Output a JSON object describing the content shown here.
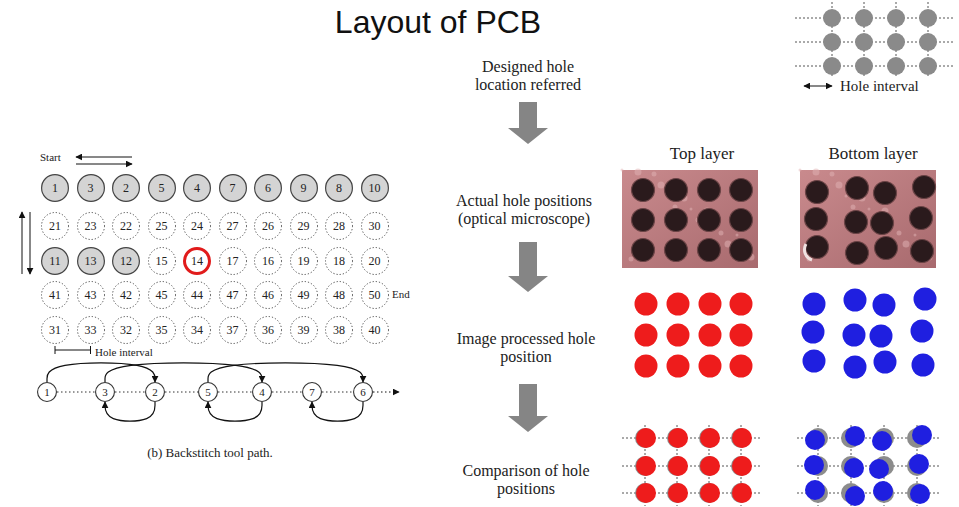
{
  "diagram": {
    "title": "Layout of PCB",
    "caption": "(b) Backstitch tool path.",
    "nodes": [
      {
        "text": [
          "1"
        ]
      },
      {
        "text": [
          "3"
        ]
      },
      {
        "text": [
          "2"
        ]
      },
      {
        "text": [
          "5"
        ]
      },
      {
        "text": [
          "4"
        ]
      },
      {
        "text": [
          "7"
        ]
      },
      {
        "text": [
          "6"
        ]
      },
      {
        "text": [
          "9"
        ]
      },
      {
        "text": [
          "8"
        ]
      },
      {
        "text": [
          "10"
        ]
      },
      {
        "text": [
          "21"
        ]
      },
      {
        "text": [
          "23"
        ]
      },
      {
        "text": [
          "22"
        ]
      },
      {
        "text": [
          "25"
        ]
      },
      {
        "text": [
          "24"
        ]
      },
      {
        "text": [
          "27"
        ]
      },
      {
        "text": [
          "26"
        ]
      },
      {
        "text": [
          "29"
        ]
      },
      {
        "text": [
          "28"
        ]
      },
      {
        "text": [
          "30"
        ]
      },
      {
        "text": [
          "11"
        ]
      },
      {
        "text": [
          "13"
        ]
      },
      {
        "text": [
          "12"
        ]
      },
      {
        "text": [
          "15"
        ]
      },
      {
        "text": [
          "14"
        ]
      },
      {
        "text": [
          "17"
        ]
      },
      {
        "text": [
          "16"
        ]
      },
      {
        "text": [
          "19"
        ]
      },
      {
        "text": [
          "18"
        ]
      },
      {
        "text": [
          "20"
        ]
      },
      {
        "text": [
          "41"
        ]
      },
      {
        "text": [
          "43"
        ]
      },
      {
        "text": [
          "42"
        ]
      },
      {
        "text": [
          "45"
        ]
      },
      {
        "text": [
          "44"
        ]
      },
      {
        "text": [
          "47"
        ]
      },
      {
        "text": [
          "46"
        ]
      },
      {
        "text": [
          "49"
        ]
      },
      {
        "text": [
          "48"
        ]
      },
      {
        "text": [
          "50"
        ]
      },
      {
        "text": [
          "31"
        ]
      },
      {
        "text": [
          "33"
        ]
      },
      {
        "text": [
          "32"
        ]
      },
      {
        "text": [
          "35"
        ]
      },
      {
        "text": [
          "34"
        ]
      },
      {
        "text": [
          "37"
        ]
      },
      {
        "text": [
          "36"
        ]
      },
      {
        "text": [
          "39"
        ]
      },
      {
        "text": [
          "38"
        ]
      },
      {
        "text": [
          "40"
        ]
      },
      {
        "text": [
          "1"
        ]
      },
      {
        "text": [
          "3"
        ]
      },
      {
        "text": [
          "2"
        ]
      },
      {
        "text": [
          "5"
        ]
      },
      {
        "text": [
          "4"
        ]
      },
      {
        "text": [
          "7"
        ]
      },
      {
        "text": [
          "6"
        ]
      }
    ],
    "edges": [
      {
        "from": 50,
        "to": 51,
        "arrow": "none"
      },
      {
        "from": 51,
        "to": 52,
        "arrow": "none"
      },
      {
        "from": 52,
        "to": 53,
        "arrow": "none"
      },
      {
        "from": 53,
        "to": 54,
        "arrow": "none"
      },
      {
        "from": 54,
        "to": 55,
        "arrow": "none"
      },
      {
        "from": 55,
        "to": 56,
        "arrow": "none"
      },
      {
        "from": 50,
        "to": 52,
        "arrow": "to"
      },
      {
        "from": 52,
        "to": 51,
        "arrow": "to"
      },
      {
        "from": 51,
        "to": 54,
        "arrow": "to"
      },
      {
        "from": 54,
        "to": 53,
        "arrow": "to"
      },
      {
        "from": 53,
        "to": 56,
        "arrow": "to"
      },
      {
        "from": 56,
        "to": 55,
        "arrow": "to"
      }
    ],
    "labels": [
      "Start",
      "End",
      "Hole interval",
      "Designed hole location referred",
      "Hole interval",
      "Top layer",
      "Bottom layer",
      "Actual hole positions (optical microscope)",
      "Image processed hole position",
      "Comparison of hole positions"
    ]
  }
}
